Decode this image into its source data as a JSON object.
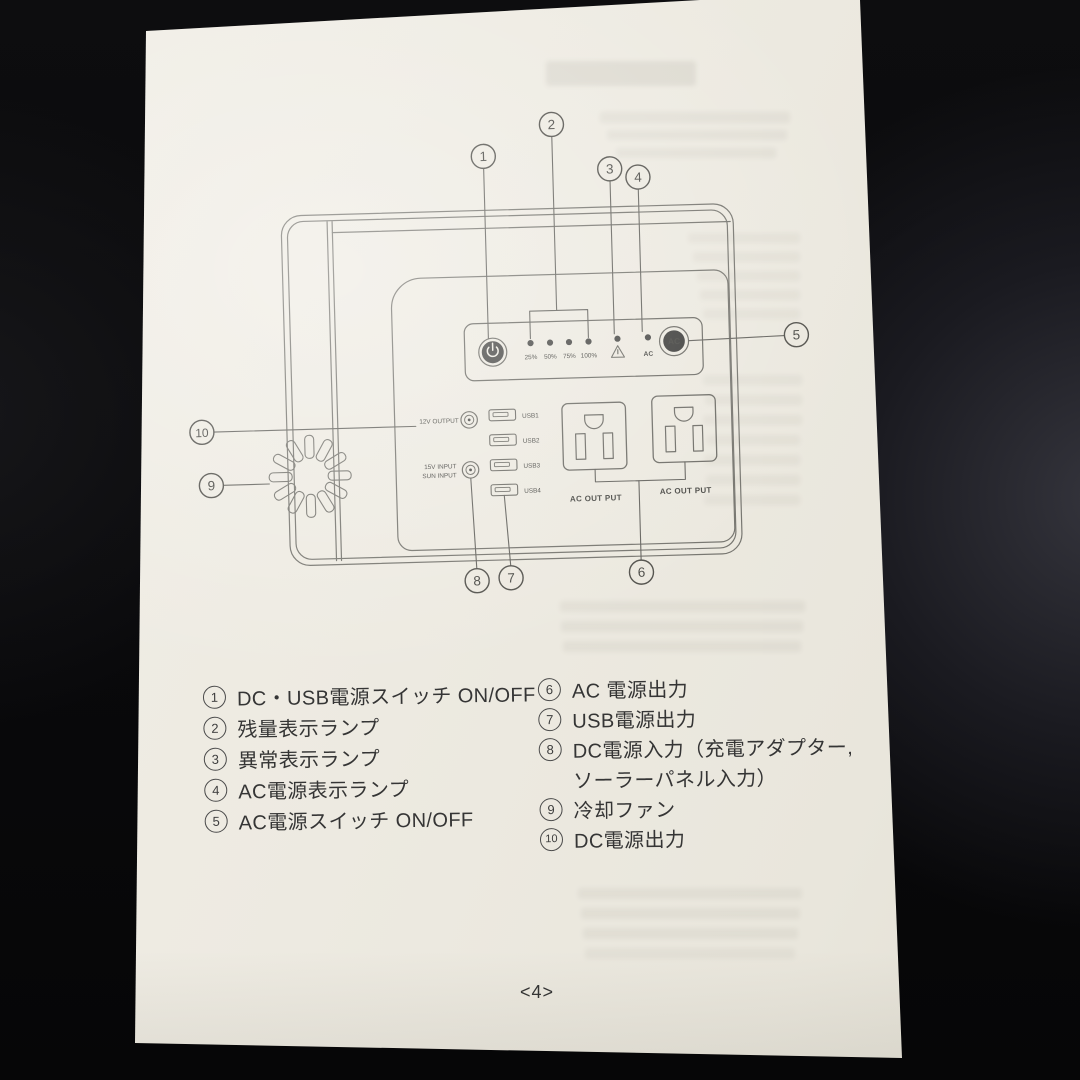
{
  "page": {
    "number_label": "<4>"
  },
  "device_diagram": {
    "callouts": [
      "1",
      "2",
      "3",
      "4",
      "5",
      "6",
      "7",
      "8",
      "9",
      "10"
    ],
    "panel_labels": {
      "battery_levels": [
        "25%",
        "50%",
        "75%",
        "100%"
      ],
      "ac_indicator": "AC",
      "ac_button": "AC"
    },
    "port_labels": {
      "dc_output": "12V OUTPUT",
      "dc_input_line1": "15V INPUT",
      "dc_input_line2": "SUN INPUT",
      "usb": [
        "USB1",
        "USB2",
        "USB3",
        "USB4"
      ],
      "ac_outlet": "AC OUT PUT"
    }
  },
  "legend": {
    "left": [
      {
        "num": "1",
        "label": "DC・USB電源スイッチ ON/OFF"
      },
      {
        "num": "2",
        "label": "残量表示ランプ"
      },
      {
        "num": "3",
        "label": "異常表示ランプ"
      },
      {
        "num": "4",
        "label": "AC電源表示ランプ"
      },
      {
        "num": "5",
        "label": "AC電源スイッチ ON/OFF"
      }
    ],
    "right": [
      {
        "num": "6",
        "label": "AC 電源出力"
      },
      {
        "num": "7",
        "label": "USB電源出力"
      },
      {
        "num": "8",
        "label": "DC電源入力（充電アダプター,",
        "label_line2": "ソーラーパネル入力）"
      },
      {
        "num": "9",
        "label": "冷却ファン"
      },
      {
        "num": "10",
        "label": "DC電源出力"
      }
    ]
  }
}
